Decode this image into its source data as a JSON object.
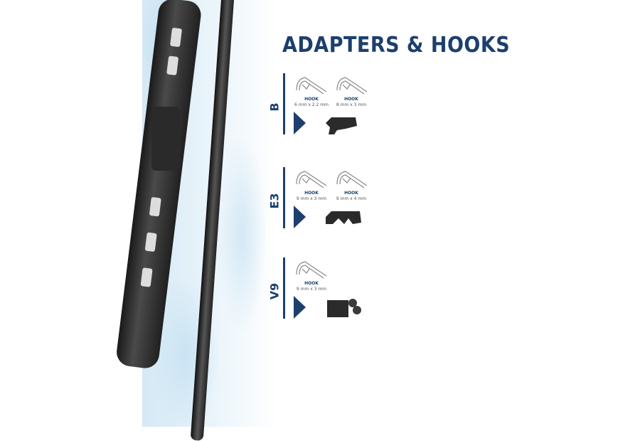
{
  "title": "ADAPTERS & HOOKS",
  "sections": [
    {
      "name": "B",
      "hooks": [
        {
          "label": "HOOK",
          "size": "6 mm x 2.2 mm"
        },
        {
          "label": "HOOK",
          "size": "8 mm x 3 mm"
        }
      ]
    },
    {
      "name": "E3",
      "hooks": [
        {
          "label": "HOOK",
          "size": "9 mm x 3 mm"
        },
        {
          "label": "HOOK",
          "size": "9 mm x 4 mm"
        }
      ]
    },
    {
      "name": "V9",
      "hooks": [
        {
          "label": "HOOK",
          "size": "9 mm x 3 mm"
        }
      ]
    }
  ],
  "colors": {
    "accent": "#1d3f6e"
  }
}
